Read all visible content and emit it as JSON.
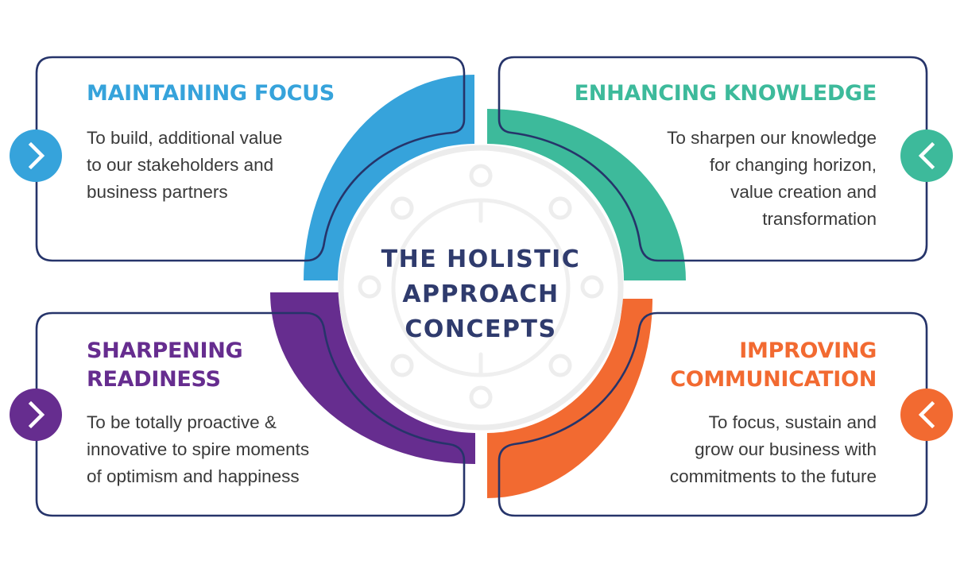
{
  "title": {
    "line1": "THE HOLISTIC",
    "line2": "APPROACH",
    "line3": "CONCEPTS"
  },
  "colors": {
    "navy": "#26346a",
    "blue": "#36a3db",
    "green": "#3dba9b",
    "orange": "#f26a31",
    "purple": "#662d8f",
    "body_text": "#3a3a3a",
    "ring_gray": "#eeeeee"
  },
  "quadrants": [
    {
      "id": "maintaining-focus",
      "position": "top-left",
      "heading": [
        "MAINTAINING FOCUS"
      ],
      "description": [
        "To build, additional value",
        "to our stakeholders and",
        "business partners"
      ],
      "color": "#36a3db",
      "chevron_icon": "chevron-right-icon"
    },
    {
      "id": "enhancing-knowledge",
      "position": "top-right",
      "heading": [
        "ENHANCING KNOWLEDGE"
      ],
      "description": [
        "To sharpen our knowledge",
        "for changing horizon,",
        "value creation and",
        "transformation"
      ],
      "color": "#3dba9b",
      "chevron_icon": "chevron-left-icon"
    },
    {
      "id": "sharpening-readiness",
      "position": "bottom-left",
      "heading": [
        "SHARPENING",
        "READINESS"
      ],
      "description": [
        "To be totally proactive &",
        "innovative to spire moments",
        "of optimism and happiness"
      ],
      "color": "#662d8f",
      "chevron_icon": "chevron-right-icon"
    },
    {
      "id": "improving-communication",
      "position": "bottom-right",
      "heading": [
        "IMPROVING",
        "COMMUNICATION"
      ],
      "description": [
        "To focus, sustain and",
        "grow our business with",
        "commitments to the future"
      ],
      "color": "#f26a31",
      "chevron_icon": "chevron-left-icon"
    }
  ]
}
